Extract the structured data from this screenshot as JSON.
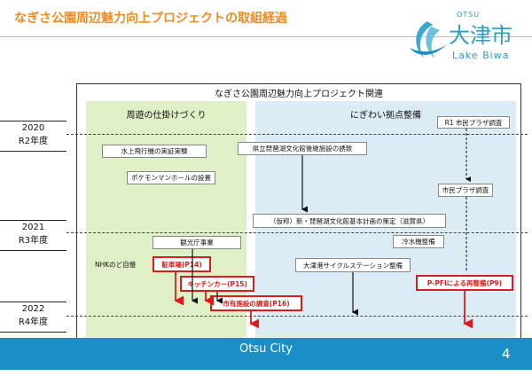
{
  "header": {
    "title": "なぎさ公園周辺魅力向上プロジェクトの取組経過",
    "logo_small": "OTSU",
    "logo_big": "大津市",
    "logo_sub": "Lake Biwa"
  },
  "diagram": {
    "frame_title": "なぎさ公園周辺魅力向上プロジェクト関連",
    "column_left": "周遊の仕掛けづくり",
    "column_right": "にぎわい拠点整備",
    "years": [
      {
        "year": "2020",
        "era": "R2年度"
      },
      {
        "year": "2021",
        "era": "R3年度"
      },
      {
        "year": "2022",
        "era": "R4年度"
      }
    ],
    "items": {
      "seaplane": "水上飛行機の実証実験",
      "pokemon_manhole": "ポケモンマンホールの設置",
      "kenritsu": "県立琵琶湖文化館後継施設の誘致",
      "r1_plaza": "R1 市民プラザ調査",
      "plaza_survey": "市民プラザ調査",
      "new_museum_plan": "（仮称）新・琵琶湖文化館基本計画の策定（滋賀県）",
      "kanko": "観光庁事業",
      "cooling": "冷水機整備",
      "nhk": "NHKのど自慢",
      "parking": "駐車場(P14)",
      "cycle_station": "大津港サイクルステーション整備",
      "kitchen_car": "キッチンカー(P15)",
      "ppfi": "P-PFIによる再整備(P9)",
      "city_facility": "市有施設の調査(P16)"
    }
  },
  "footer": {
    "text": "Otsu City",
    "page": "4"
  },
  "colors": {
    "title": "#f08a1e",
    "accent": "#1a8fc6",
    "highlight": "#e01a1a",
    "left_zone": "#dff0c6",
    "right_zone": "#dcecf5"
  }
}
